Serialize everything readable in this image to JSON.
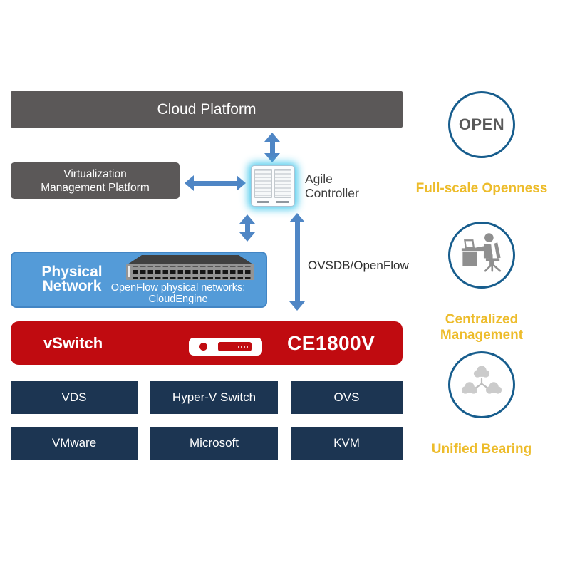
{
  "diagram": {
    "cloud_platform": {
      "label": "Cloud Platform"
    },
    "vm_platform": {
      "line1": "Virtualization",
      "line2": "Management Platform"
    },
    "agile_controller": {
      "line1": "Agile",
      "line2": "Controller"
    },
    "protocol_label": "OVSDB/OpenFlow",
    "physical_network": {
      "title_line1": "Physical",
      "title_line2": "Network",
      "caption_line1": "OpenFlow physical networks:",
      "caption_line2": "CloudEngine"
    },
    "vswitch": {
      "label": "vSwitch",
      "product": "CE1800V"
    },
    "hypervisor_grid": {
      "rows": [
        [
          "VDS",
          "Hyper-V Switch",
          "OVS"
        ],
        [
          "VMware",
          "Microsoft",
          "KVM"
        ]
      ]
    }
  },
  "features": [
    {
      "badge": "OPEN",
      "label": "Full-scale Openness",
      "icon": "open-badge-icon"
    },
    {
      "label": "Centralized Management",
      "icon": "admin-at-desk-icon"
    },
    {
      "label": "Unified Bearing",
      "icon": "connected-clouds-icon"
    }
  ],
  "colors": {
    "box_gray": "#5b5858",
    "physical_network_blue": "#549bd8",
    "physical_network_border": "#4285c4",
    "vswitch_red": "#c00b10",
    "hypervisor_navy": "#1c3552",
    "arrow_blue": "#4f86c5",
    "circle_border_blue": "#175d8d",
    "feature_label_yellow": "#edbc2b",
    "open_text_gray": "#595959",
    "controller_glow_cyan": "#3ec6eb"
  }
}
